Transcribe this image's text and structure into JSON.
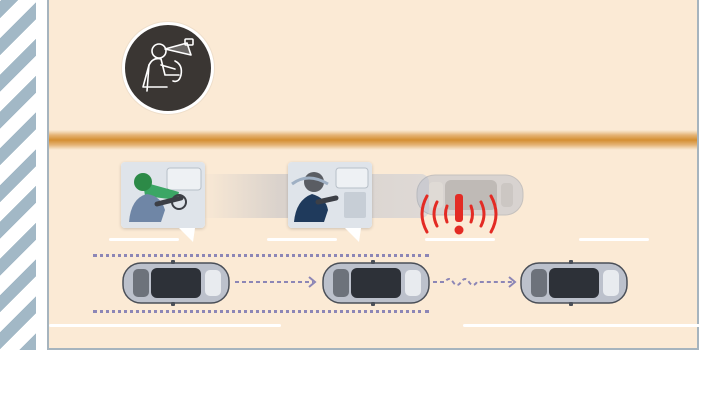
{
  "diagram": {
    "colors": {
      "background": "#fbead5",
      "stripe": "#a2b8c6",
      "frame": "#a6b4be",
      "barrier": "#d48f32",
      "lane_marking": "#ffffff",
      "path_dots": "#8c86b6",
      "badge_fill": "#3a3633",
      "attention_beam": "#1f9b4d",
      "alert": "#e32b24",
      "car_body": "#bcc1cc"
    },
    "icons": {
      "badge": "driver-monitor-icon",
      "alert": "exclamation-alert-icon",
      "attentive_driver": "attentive-driver-icon",
      "drowsy_driver": "drowsy-driver-icon",
      "car": "car-top-view-icon"
    },
    "scene": {
      "ego_car_states": [
        "driving",
        "warning",
        "stopping"
      ],
      "driver_states": [
        "attentive",
        "unresponsive"
      ]
    }
  }
}
